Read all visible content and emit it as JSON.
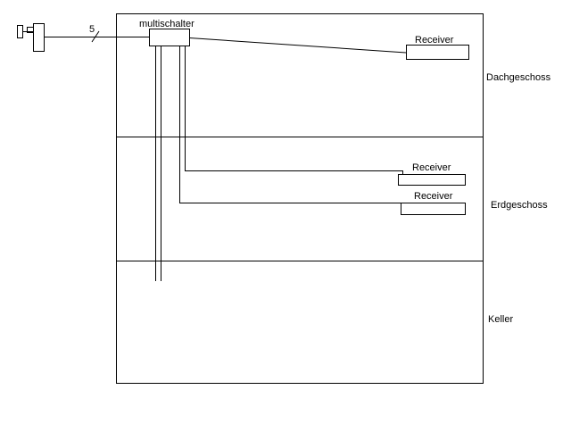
{
  "diagram": {
    "switch_label": "multischalter",
    "cable_count": "5",
    "receiver_label": "Receiver",
    "floors": {
      "top": "Dachgeschoss",
      "middle": "Erdgeschoss",
      "bottom": "Keller"
    }
  },
  "colors": {
    "line": "#000000",
    "background": "#ffffff"
  }
}
